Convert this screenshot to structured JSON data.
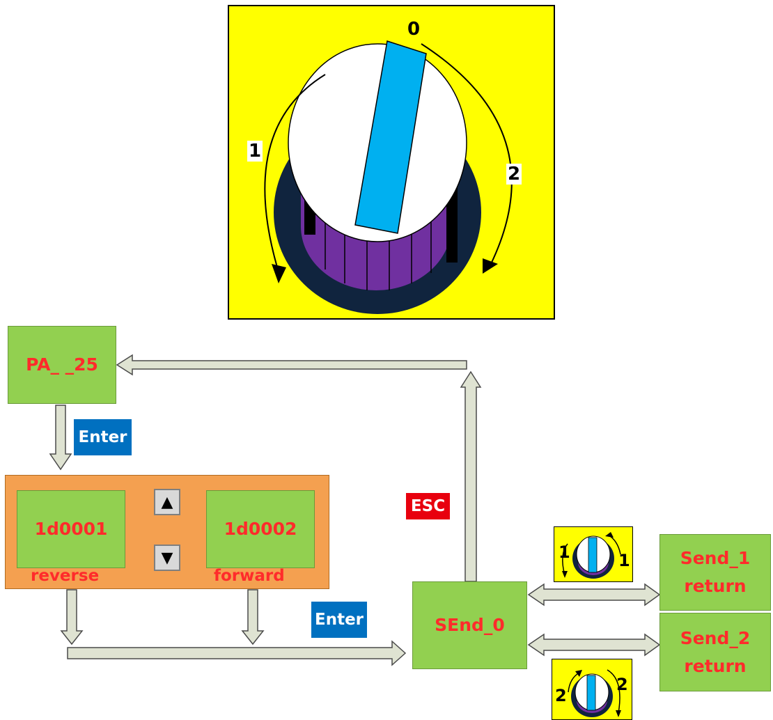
{
  "knob": {
    "pos_0": "0",
    "pos_1": "1",
    "pos_2": "2"
  },
  "boxes": {
    "pa": "PA_ _25",
    "d1": "1d0001",
    "d2": "1d0002",
    "send0": "SEnd_0",
    "send1_line1": "Send_1",
    "send1_line2": "return",
    "send2_line1": "Send_2",
    "send2_line2": "return"
  },
  "labels": {
    "reverse": "reverse",
    "forward": "forward",
    "enter_top": "Enter",
    "enter_bottom": "Enter",
    "esc": "ESC"
  },
  "buttons": {
    "up": "▲",
    "down": "▼"
  },
  "mini_knob_1": {
    "left": "1",
    "right": "1"
  },
  "mini_knob_2": {
    "left": "2",
    "right": "2"
  },
  "colors": {
    "yellow": "#ffff00",
    "green": "#92d050",
    "orange": "#f4a050",
    "cyan": "#00b0f0",
    "purple": "#7030a0",
    "navy": "#10243e",
    "red_text": "#ff2b2b",
    "blue_tag": "#0070c0",
    "red_tag": "#e8000e",
    "arrow_fill": "#dfe3d2"
  }
}
